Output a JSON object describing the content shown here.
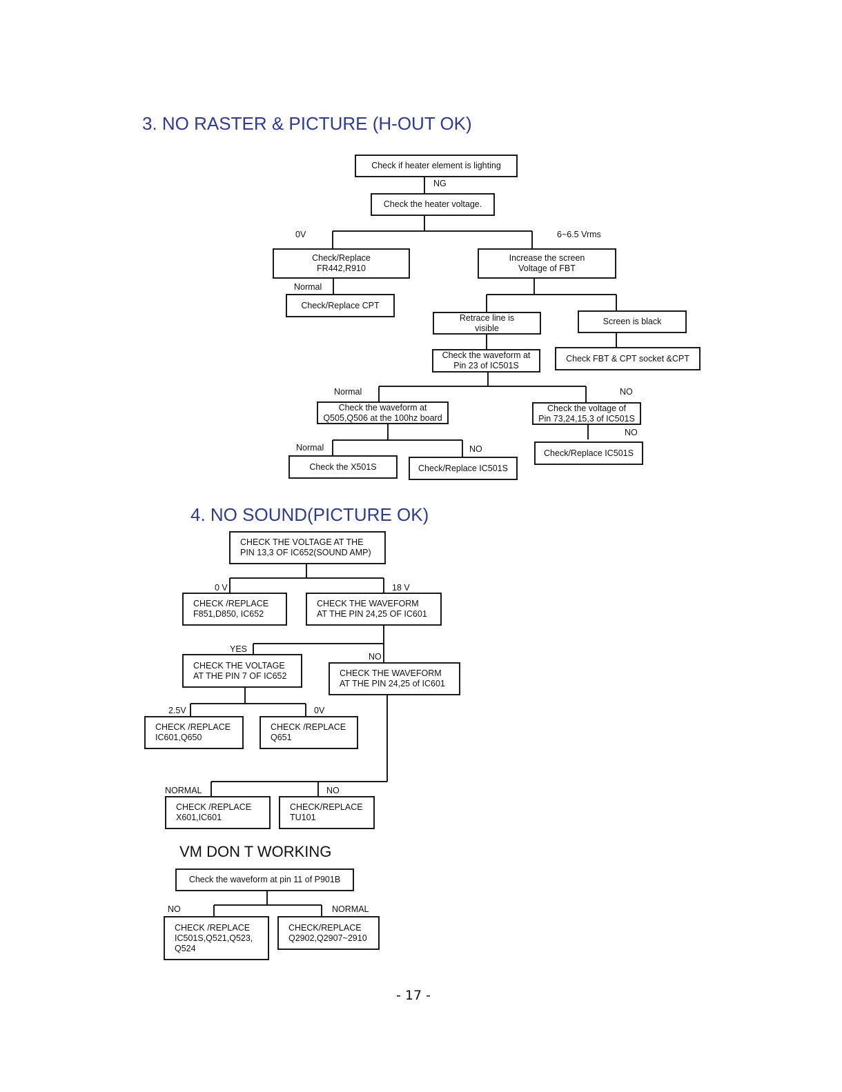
{
  "section3": {
    "title": "3. NO RASTER & PICTURE (H-OUT OK)",
    "box_heater": "Check if heater element is lighting",
    "lbl_ng": "NG",
    "box_heater_voltage": "Check the heater voltage.",
    "lbl_0v": "0V",
    "lbl_6v": "6~6.5 Vrms",
    "box_fr442": "Check/Replace\nFR442,R910",
    "lbl_normal_a": "Normal",
    "box_cpt": "Check/Replace CPT",
    "box_screen_voltage": "Increase the screen\nVoltage of FBT",
    "box_retrace": "Retrace line is\nvisible",
    "box_black": "Screen is black",
    "box_fbt_socket": "Check FBT & CPT socket &CPT",
    "box_wave_pin23": "Check the waveform at\nPin 23 of IC501S",
    "lbl_normal_b": "Normal",
    "lbl_no_a": "NO",
    "box_wave_q505": "Check the waveform at\nQ505,Q506 at the 100hz board",
    "box_volt_pin73": "Check the voltage of\nPin 73,24,15,3 of IC501S",
    "lbl_no_b": "NO",
    "lbl_normal_c": "Normal",
    "lbl_no_c": "NO",
    "box_x501s": "Check the X501S",
    "box_ic501s_a": "Check/Replace IC501S",
    "box_ic501s_b": "Check/Replace IC501S"
  },
  "section4": {
    "title": "4. NO SOUND(PICTURE OK)",
    "box_voltage_pin13": "CHECK THE VOLTAGE AT THE\nPIN 13,3 OF IC652(SOUND AMP)",
    "lbl_0v": "0 V",
    "lbl_18v": "18 V",
    "box_f851": "CHECK /REPLACE\n F851,D850, IC652",
    "box_wave_pin24_a": "CHECK THE WAVEFORM\nAT THE PIN 24,25 OF IC601",
    "lbl_yes": "YES",
    "lbl_no_a": "NO",
    "box_voltage_pin7": "CHECK THE VOLTAGE\nAT THE PIN 7 OF IC652",
    "box_wave_pin24_b": "CHECK THE WAVEFORM\nAT THE PIN 24,25 of IC601",
    "lbl_25v": "2.5V",
    "lbl_0v_b": "0V",
    "box_ic601_q650": "CHECK /REPLACE\nIC601,Q650",
    "box_q651": "CHECK /REPLACE\nQ651",
    "lbl_normal": "NORMAL",
    "lbl_no_b": "NO",
    "box_x601": "CHECK /REPLACE\nX601,IC601",
    "box_tu101": "CHECK/REPLACE\nTU101"
  },
  "section_vm": {
    "title": "VM DON T WORKING",
    "box_wave_p901b": "Check the waveform at pin 11 of P901B",
    "lbl_no": "NO",
    "lbl_normal": "NORMAL",
    "box_ic501s": "CHECK /REPLACE\nIC501S,Q521,Q523,\nQ524",
    "box_q2902": "CHECK/REPLACE\nQ2902,Q2907~2910"
  },
  "page_number": "- 17 -"
}
